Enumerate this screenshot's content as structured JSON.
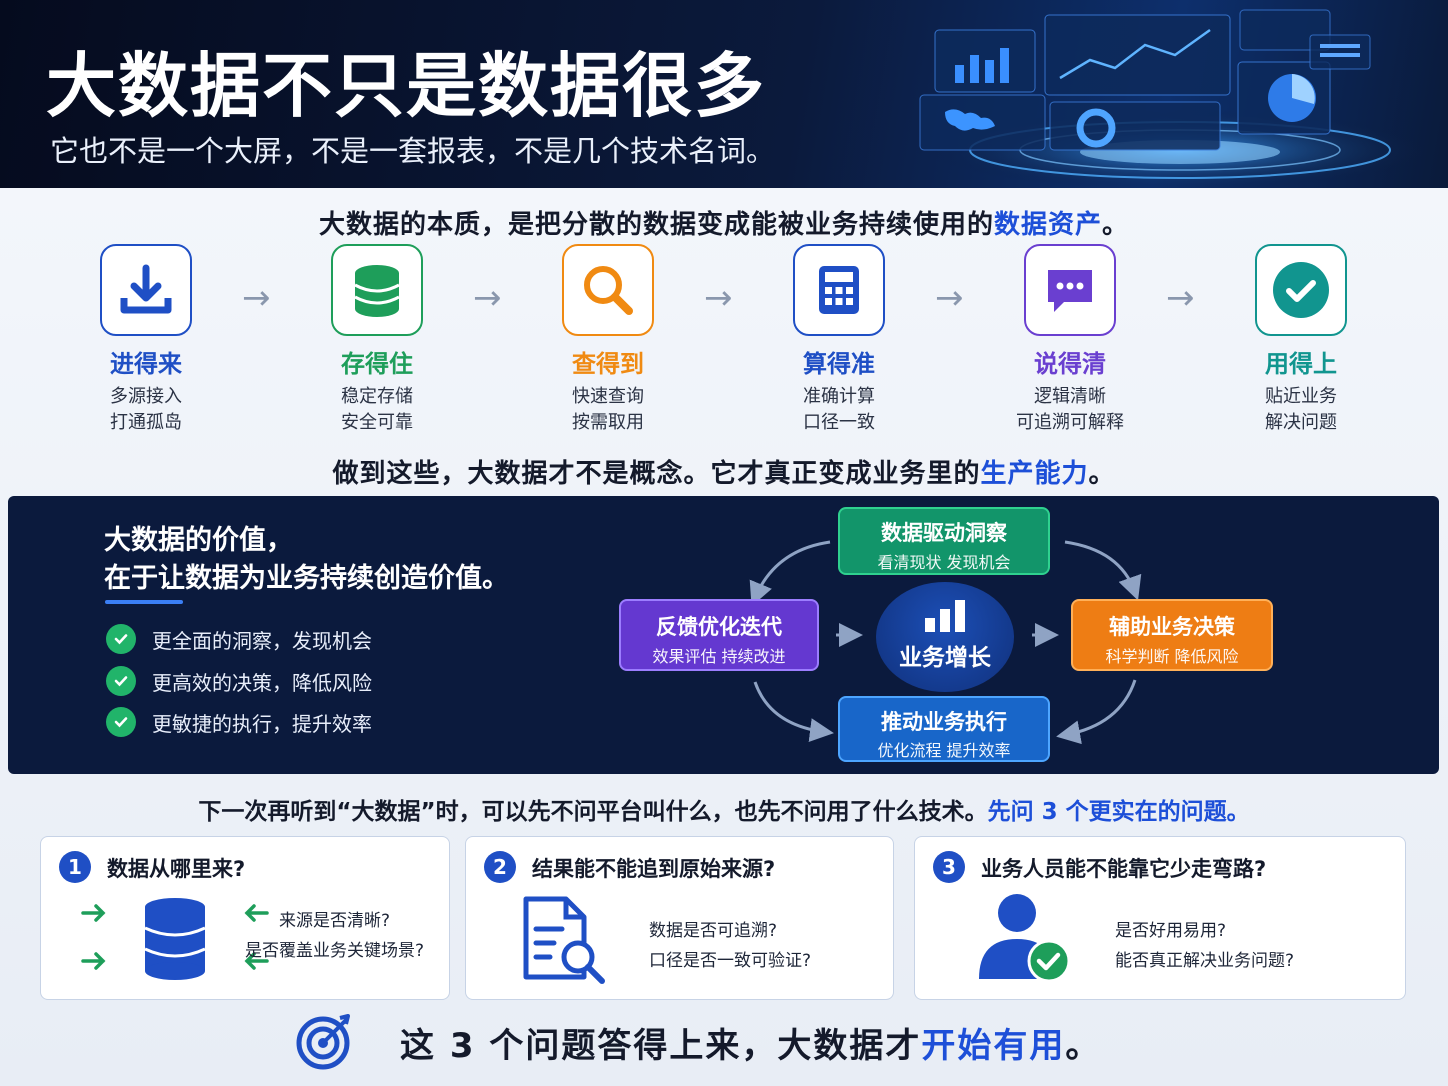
{
  "hero": {
    "title": "大数据不只是数据很多",
    "subtitle": "它也不是一个大屏，不是一套报表，不是几个技术名词。"
  },
  "essence": {
    "text": "大数据的本质，是把分散的数据变成能被业务持续使用的",
    "highlight": "数据资产",
    "end": "。"
  },
  "steps": [
    {
      "title": "进得来",
      "line1": "多源接入",
      "line2": "打通孤岛",
      "icon": "download-icon",
      "color": "#1f4fc5"
    },
    {
      "title": "存得住",
      "line1": "稳定存储",
      "line2": "安全可靠",
      "icon": "database-icon",
      "color": "#1e9e5a"
    },
    {
      "title": "查得到",
      "line1": "快速查询",
      "line2": "按需取用",
      "icon": "search-icon",
      "color": "#f08a12"
    },
    {
      "title": "算得准",
      "line1": "准确计算",
      "line2": "口径一致",
      "icon": "calculator-icon",
      "color": "#1f4fc5"
    },
    {
      "title": "说得清",
      "line1": "逻辑清晰",
      "line2": "可追溯可解释",
      "icon": "chat-icon",
      "color": "#6a3fd0"
    },
    {
      "title": "用得上",
      "line1": "贴近业务",
      "line2": "解决问题",
      "icon": "check-circle-icon",
      "color": "#11958f"
    }
  ],
  "productivity": {
    "text": "做到这些，大数据才不是概念。它才真正变成业务里的",
    "highlight": "生产能力",
    "end": "。"
  },
  "value": {
    "line1": "大数据的价值，",
    "line2": "在于让数据为业务持续创造价值。",
    "bullets": [
      "更全面的洞察，发现机会",
      "更高效的决策，降低风险",
      "更敏捷的执行，提升效率"
    ]
  },
  "cycle": {
    "top": {
      "title": "数据驱动洞察",
      "sub": "看清现状  发现机会",
      "color": "#12956a"
    },
    "right": {
      "title": "辅助业务决策",
      "sub": "科学判断  降低风险",
      "color": "#ee7d14"
    },
    "bottom": {
      "title": "推动业务执行",
      "sub": "优化流程  提升效率",
      "color": "#1866c9"
    },
    "left": {
      "title": "反馈优化迭代",
      "sub": "效果评估  持续改进",
      "color": "#6438d0"
    },
    "center": "业务增长"
  },
  "ask": {
    "text": "下一次再听到“大数据”时，可以先不问平台叫什么，也先不问用了什么技术。",
    "highlight": "先问 3 个更实在的问题。"
  },
  "questions": [
    {
      "num": "1",
      "q": "数据从哪里来?",
      "s1": "来源是否清晰?",
      "s2": "是否覆盖业务关键场景?"
    },
    {
      "num": "2",
      "q": "结果能不能追到原始来源?",
      "s1": "数据是否可追溯?",
      "s2": "口径是否一致可验证?"
    },
    {
      "num": "3",
      "q": "业务人员能不能靠它少走弯路?",
      "s1": "是否好用易用?",
      "s2": "能否真正解决业务问题?"
    }
  ],
  "conclusion": {
    "text": "这 3 个问题答得上来，大数据才",
    "highlight": "开始有用",
    "end": "。"
  }
}
